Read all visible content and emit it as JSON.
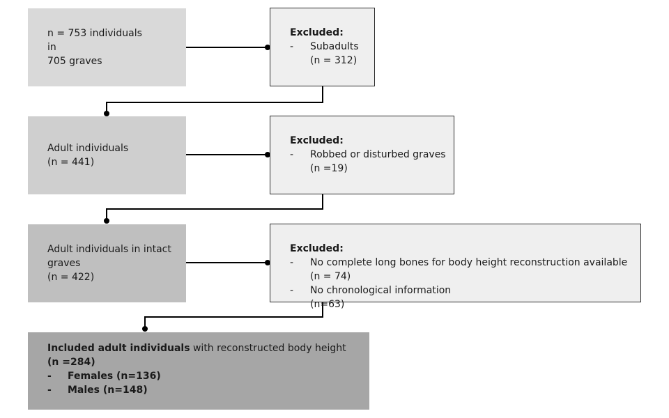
{
  "flow": {
    "step1": {
      "line1": "n = 753 individuals",
      "line2": "in",
      "line3": "705 graves"
    },
    "excl1": {
      "heading": "Excluded:",
      "items": [
        {
          "dash": "-",
          "text": "Subadults",
          "count": "(n = 312)"
        }
      ]
    },
    "step2": {
      "line1": "Adult individuals",
      "line2": "(n = 441)"
    },
    "excl2": {
      "heading": "Excluded:",
      "items": [
        {
          "dash": "-",
          "text": "Robbed or disturbed graves",
          "count": "(n =19)"
        }
      ]
    },
    "step3": {
      "line1": "Adult individuals in intact",
      "line2": "graves",
      "line3": "(n = 422)"
    },
    "excl3": {
      "heading": "Excluded:",
      "items": [
        {
          "dash": "-",
          "text": "No complete long bones for body height reconstruction available",
          "count": "(n = 74)"
        },
        {
          "dash": "-",
          "text": "No chronological information",
          "count": "(n=63)"
        }
      ]
    },
    "final": {
      "bold_part": "Included adult individuals",
      "rest": " with reconstructed body height",
      "count": "(n =284)",
      "items": [
        {
          "dash": "-",
          "text": "Females (n=136)"
        },
        {
          "dash": "-",
          "text": "Males (n=148)"
        }
      ]
    }
  },
  "colors": {
    "line": "#000000",
    "step1": "#d9d9d9",
    "step2": "#cfcfcf",
    "step3": "#bfbfbf",
    "final": "#a6a6a6",
    "excluded": "#efefef"
  }
}
